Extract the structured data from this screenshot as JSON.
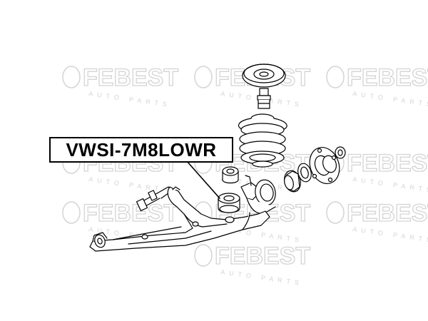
{
  "part_label": "VWSI-7M8LOWR",
  "watermark": {
    "brand": "FEBEST",
    "tagline": "AUTO PARTS"
  },
  "colors": {
    "line": "#000000",
    "watermark": "#d6d6d6",
    "background": "#ffffff"
  }
}
